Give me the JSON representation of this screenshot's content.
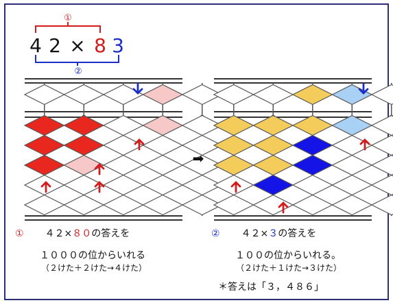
{
  "problem": {
    "digits": [
      "4",
      "2",
      "×",
      "8",
      "3"
    ],
    "digit_colors": [
      "#111111",
      "#111111",
      "#111111",
      "#d21c1c",
      "#1b2fc8"
    ],
    "marker_top": "①",
    "marker_bottom": "②"
  },
  "arrow_between": "➡",
  "left_panel": {
    "caption_marker": "①",
    "caption_line1_pre": "４２×",
    "caption_line1_hi": "８０",
    "caption_line1_post": "の答えを",
    "caption_line2": "１０００の位からいれる",
    "caption_line3": "（２けた＋２けた→４けた）",
    "colors": {
      "primary": "#e8281e",
      "secondary": "#f6c8c8",
      "arrow": "#d21c1c",
      "down_arrow": "#1b2fc8"
    }
  },
  "right_panel": {
    "caption_marker": "②",
    "caption_line1_pre": "４２×",
    "caption_line1_hi": "３",
    "caption_line1_post": "の答えを",
    "caption_line2": "１００の位からいれる。",
    "caption_line3": "（２けた＋１けた→３けた）",
    "colors": {
      "primary": "#f3cc5c",
      "secondary": "#a9d0f5",
      "tertiary": "#1414e6",
      "arrow": "#d21c1c",
      "down_arrow": "#1b2fc8"
    }
  },
  "answer_note": "＊答えは「３，４８６」"
}
